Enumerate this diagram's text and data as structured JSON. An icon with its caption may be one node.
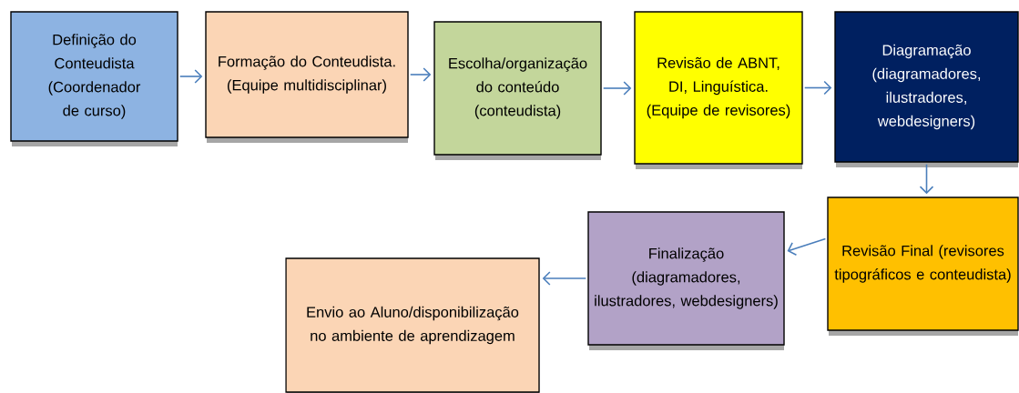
{
  "diagram": {
    "nodes": [
      {
        "text": [
          "Definição do Conteudista (Coordenador de curso)"
        ]
      },
      {
        "text": [
          "Formação do Conteudista. (Equipe multidisciplinar)"
        ]
      },
      {
        "text": [
          "Escolha/organização do conteúdo (conteudista)"
        ]
      },
      {
        "text": [
          "Revisão de ABNT, DI, Linguística. (Equipe de revisores)"
        ]
      },
      {
        "text": [
          "Diagramação (diagramadores, ilustradores, webdesigners)"
        ]
      },
      {
        "text": [
          "Revisão Final (revisores tipográficos e conteudista)"
        ]
      },
      {
        "text": [
          "Finalização (diagramadores, ilustradores, webdesigners)"
        ]
      },
      {
        "text": [
          "Envio ao Aluno/disponibilização no ambiente de aprendizagem"
        ]
      }
    ],
    "edges": [
      {
        "from": 0,
        "to": 1,
        "arrow": "to"
      },
      {
        "from": 1,
        "to": 2,
        "arrow": "to"
      },
      {
        "from": 2,
        "to": 3,
        "arrow": "to"
      },
      {
        "from": 3,
        "to": 4,
        "arrow": "to"
      },
      {
        "from": 4,
        "to": 5,
        "arrow": "to"
      },
      {
        "from": 5,
        "to": 6,
        "arrow": "to"
      },
      {
        "from": 6,
        "to": 7,
        "arrow": "to"
      }
    ]
  }
}
